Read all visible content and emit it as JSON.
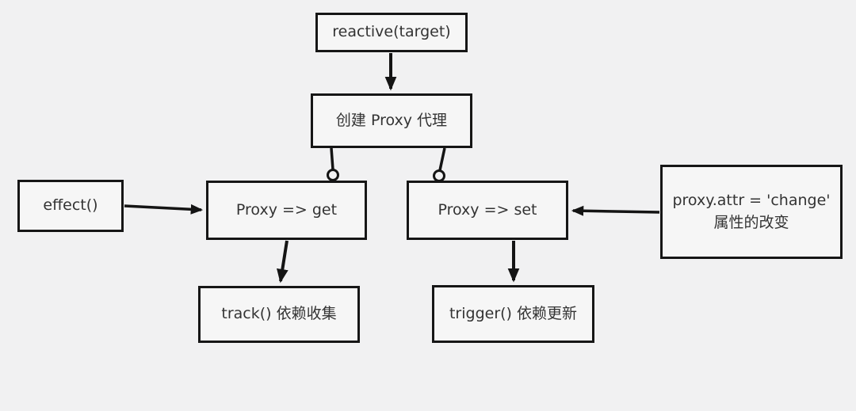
{
  "diagram": {
    "nodes": {
      "reactive": {
        "label": "reactive(target)"
      },
      "create_proxy": {
        "label": "创建 Proxy 代理"
      },
      "effect": {
        "label": "effect()"
      },
      "proxy_get": {
        "label": "Proxy => get"
      },
      "proxy_set": {
        "label": "Proxy => set"
      },
      "proxy_attr": {
        "line1": "proxy.attr = 'change'",
        "line2": "属性的改变"
      },
      "track": {
        "label": "track() 依赖收集"
      },
      "trigger": {
        "label": "trigger() 依赖更新"
      }
    },
    "edges": [
      {
        "from": "reactive(target)",
        "to": "创建 Proxy 代理",
        "type": "arrow"
      },
      {
        "from": "创建 Proxy 代理",
        "to": "Proxy => get",
        "type": "line-circle"
      },
      {
        "from": "创建 Proxy 代理",
        "to": "Proxy => set",
        "type": "line-circle"
      },
      {
        "from": "effect()",
        "to": "Proxy => get",
        "type": "arrow"
      },
      {
        "from": "proxy.attr = 'change' 属性的改变",
        "to": "Proxy => set",
        "type": "arrow"
      },
      {
        "from": "Proxy => get",
        "to": "track() 依赖收集",
        "type": "arrow"
      },
      {
        "from": "Proxy => set",
        "to": "trigger() 依赖更新",
        "type": "arrow"
      }
    ],
    "colors": {
      "background": "#f1f1f2",
      "box_fill": "#f6f6f6",
      "border": "#161616",
      "text": "#333333"
    }
  }
}
